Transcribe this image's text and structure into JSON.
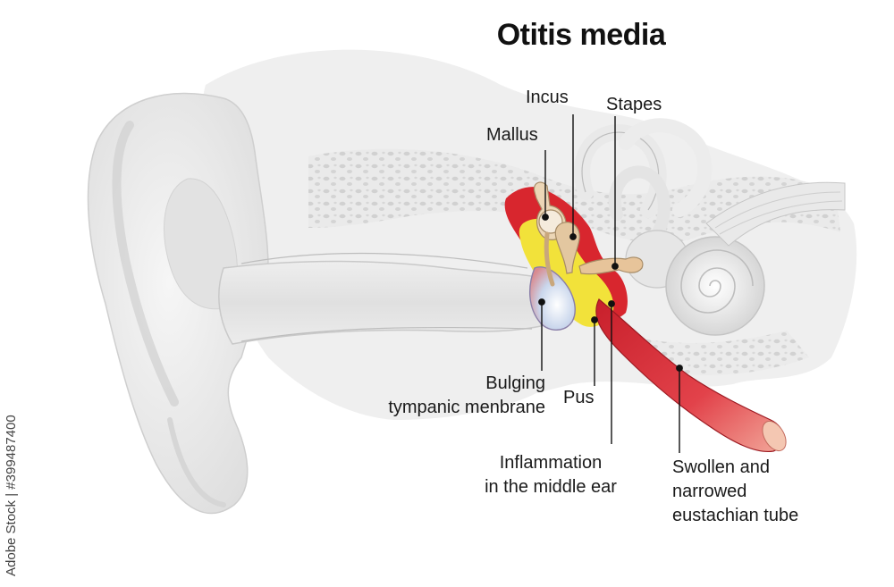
{
  "title": "Otitis media",
  "labels": {
    "incus": "Incus",
    "stapes": "Stapes",
    "mallus": "Mallus",
    "bulging_membrane": [
      "Bulging",
      "tympanic menbrane"
    ],
    "pus": "Pus",
    "inflammation": [
      "Inflammation",
      "in the middle ear"
    ],
    "eustachian": [
      "Swollen and",
      "narrowed",
      "eustachian tube"
    ]
  },
  "stock_id": "Adobe Stock | #399487400",
  "colors": {
    "inflammation_red": "#d8262e",
    "pus_yellow": "#f2e23a",
    "bone_beige": "#e7c8a0",
    "membrane_blue": "#9fb6d8",
    "tissue_gray": "#e4e4e4",
    "line_black": "#111111"
  }
}
